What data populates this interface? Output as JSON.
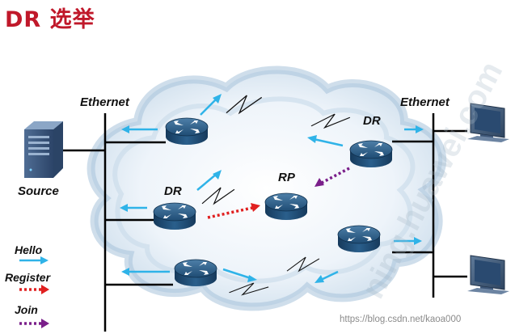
{
  "title": "DR 选举",
  "labels": {
    "ethernet_left": "Ethernet",
    "ethernet_right": "Ethernet",
    "source": "Source",
    "dr_left": "DR",
    "dr_right": "DR",
    "rp": "RP"
  },
  "legend": [
    {
      "label": "Hello",
      "color": "#2fb3e8",
      "style": "solid"
    },
    {
      "label": "Register",
      "color": "#e02020",
      "style": "dotted"
    },
    {
      "label": "Join",
      "color": "#7a1f8a",
      "style": "dotted"
    }
  ],
  "watermark": {
    "text": "https://blog.csdn.net/kaoa000",
    "logo_text": "ning.huawei.com"
  },
  "colors": {
    "title": "#c0182a",
    "hello": "#2fb3e8",
    "register": "#e02020",
    "join": "#7a1f8a",
    "router": "#1e4f7a",
    "cloud": "#cfe0ee"
  },
  "icons": [
    "server-icon",
    "router-icon",
    "pc-icon",
    "serial-link-icon"
  ]
}
